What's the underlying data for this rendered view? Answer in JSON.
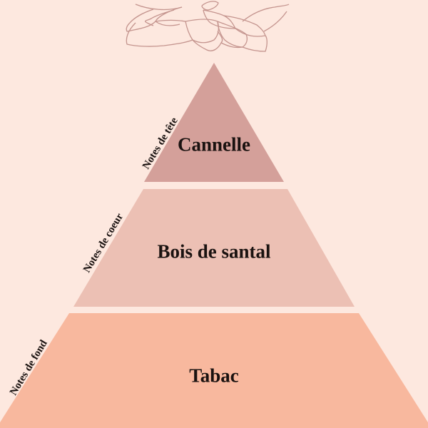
{
  "colors": {
    "background": "#fde8df",
    "tier_top": "#d4a09a",
    "tier_middle": "#ecc0b4",
    "tier_bottom": "#f8b89e",
    "flower_stroke": "#c4948e",
    "text": "#1a1210"
  },
  "pyramid": {
    "tiers": [
      {
        "side_label": "Notes de tête",
        "note": "Cannelle"
      },
      {
        "side_label": "Notes de coeur",
        "note": "Bois de santal"
      },
      {
        "side_label": "Notes de fond",
        "note": "Tabac"
      }
    ]
  },
  "decoration": {
    "icon": "flower-outline-icon"
  }
}
